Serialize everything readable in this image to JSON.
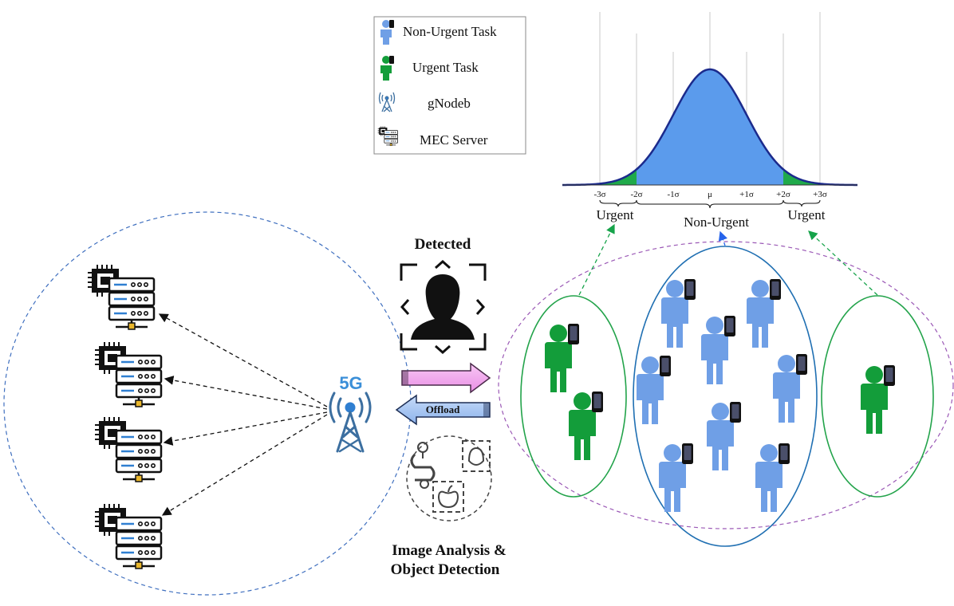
{
  "legend": {
    "items": [
      {
        "label": "Non-Urgent Task",
        "icon": "blue-person-phone-icon"
      },
      {
        "label": "Urgent Task",
        "icon": "green-person-phone-icon"
      },
      {
        "label": "gNodeb",
        "icon": "cell-tower-icon"
      },
      {
        "label": "MEC Server",
        "icon": "server-icon"
      }
    ]
  },
  "distribution": {
    "ticks": [
      "-3σ",
      "-2σ",
      "-1σ",
      "μ",
      "+1σ",
      "+2σ",
      "+3σ"
    ],
    "regions": {
      "left": "Urgent",
      "middle": "Non-Urgent",
      "right": "Urgent"
    },
    "colors": {
      "body": "#5b9bec",
      "tail": "#1faa4a",
      "curve": "#1b2a8c"
    }
  },
  "detection": {
    "detected_label": "Detected",
    "offload_label": "Offload",
    "analysis_line1": "Image Analysis &",
    "analysis_line2": "Object Detection"
  },
  "network": {
    "tower_label": "5G",
    "server_count": 4
  },
  "colors": {
    "non_urgent": "#6f9fe6",
    "urgent": "#139d3a",
    "tower": "#3c6fa0",
    "tower_text": "#3b8fd8",
    "upload_arrow": "#f3a7f0",
    "offload_arrow": "#a9c8f3"
  }
}
